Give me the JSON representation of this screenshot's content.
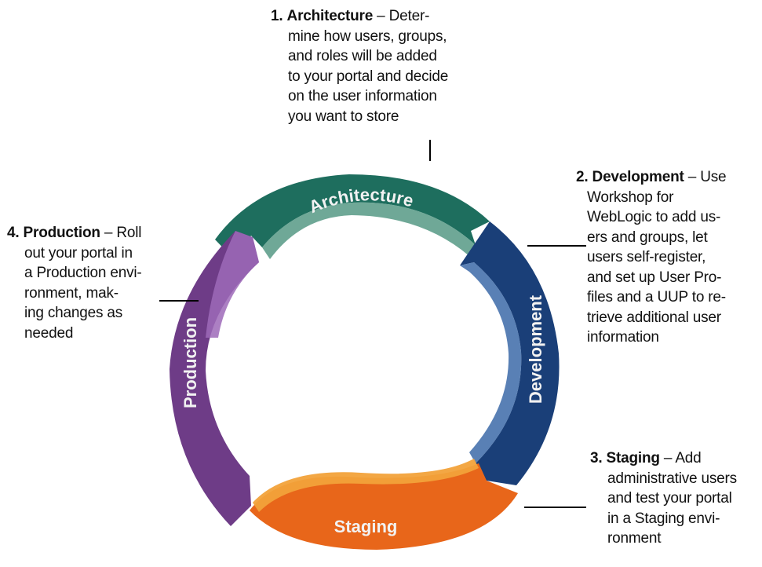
{
  "stages": [
    {
      "id": "architecture",
      "number": "1.",
      "title": "Architecture",
      "color": "#1e6e5e",
      "segment_label": "Architecture",
      "description_lines": [
        "Deter-",
        "mine how users, groups,",
        "and roles will be added",
        "to your portal and decide",
        "on the user information",
        "you want to store"
      ]
    },
    {
      "id": "development",
      "number": "2.",
      "title": "Development",
      "color": "#1a3f78",
      "segment_label": "Development",
      "description_lines": [
        "Use",
        "Workshop for",
        "WebLogic to add us-",
        "ers and groups, let",
        "users self-register,",
        "and set up User Pro-",
        "files and a UUP to re-",
        "trieve additional user",
        "information"
      ]
    },
    {
      "id": "staging",
      "number": "3.",
      "title": "Staging",
      "color": "#e8661a",
      "segment_label": "Staging",
      "description_lines": [
        "Add",
        "administrative users",
        "and test your portal",
        "in a Staging envi-",
        "ronment"
      ]
    },
    {
      "id": "production",
      "number": "4.",
      "title": "Production",
      "color": "#6e3c87",
      "segment_label": "Production",
      "description_lines": [
        "Roll",
        "out your portal in",
        "a Production envi-",
        "ronment, mak-",
        "ing changes as",
        "needed"
      ]
    }
  ],
  "separator": "–"
}
